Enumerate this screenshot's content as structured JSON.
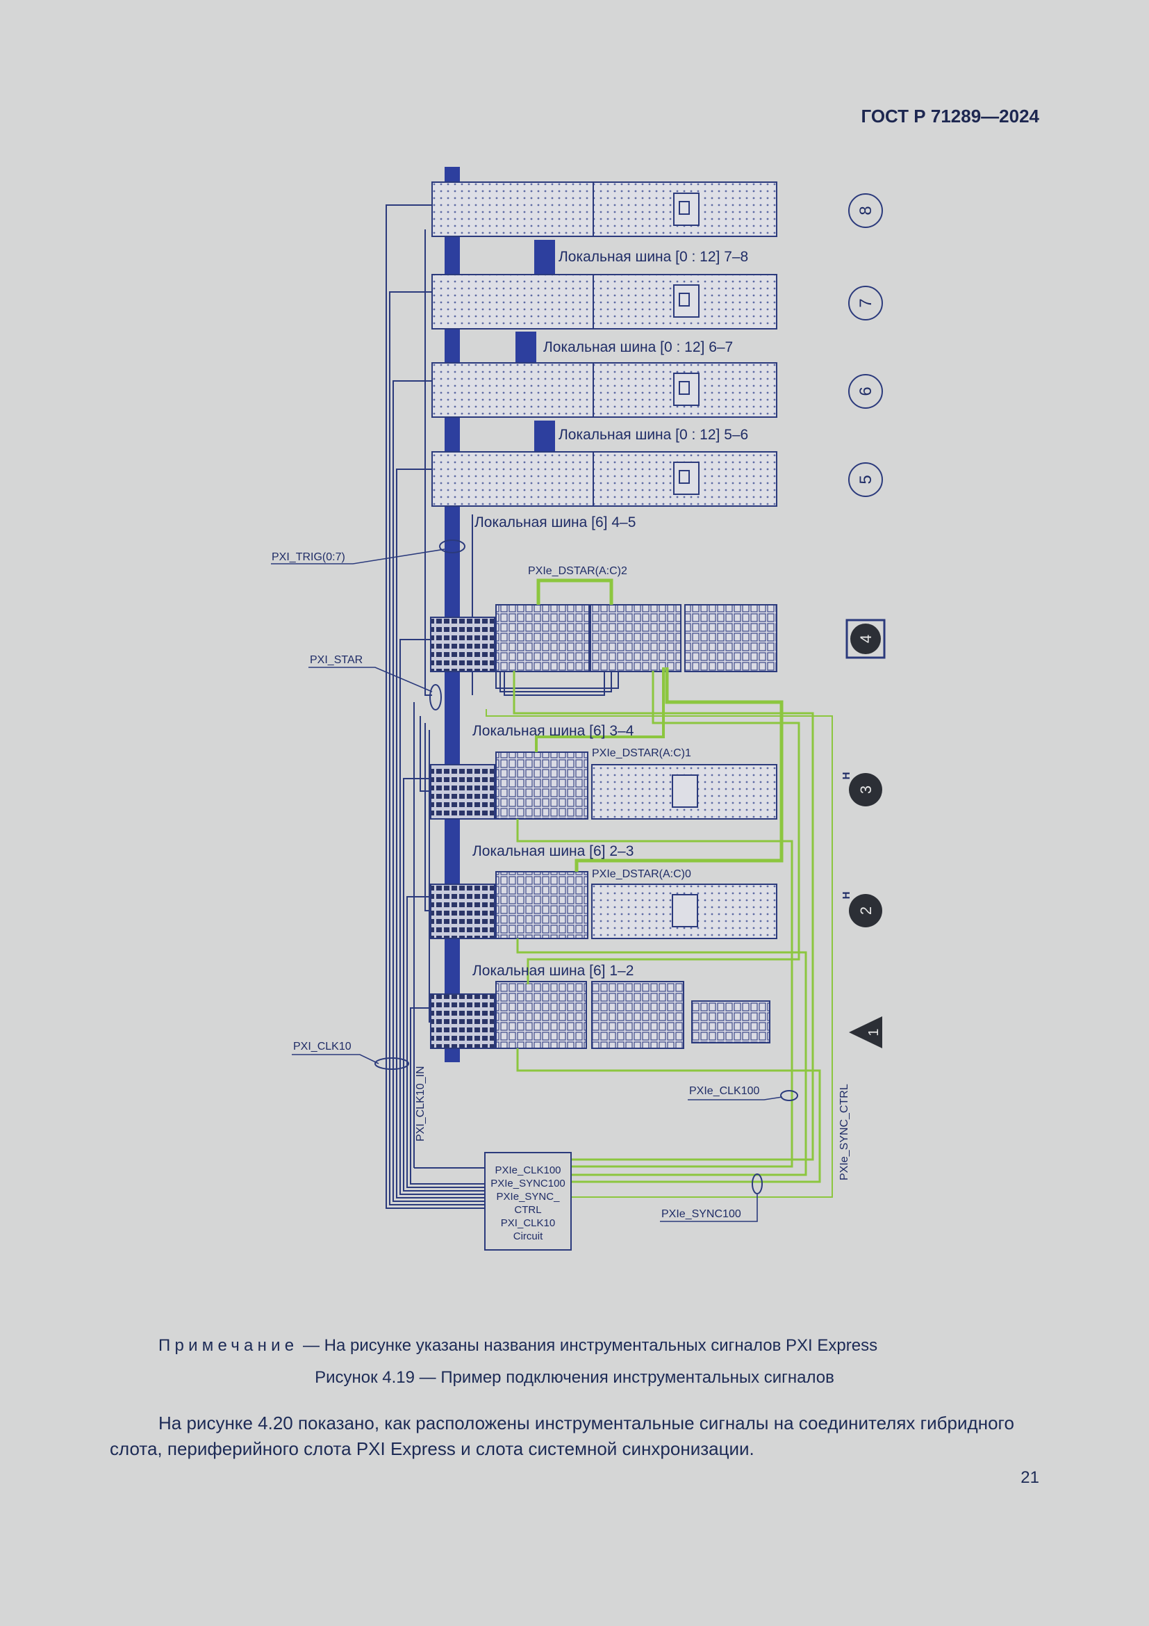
{
  "header": {
    "doc_id": "ГОСТ Р 71289—2024"
  },
  "figure": {
    "local_bus_labels": [
      "Локальная шина [0 : 12] 7–8",
      "Локальная шина [0 : 12] 6–7",
      "Локальная шина [0 : 12] 5–6",
      "Локальная шина [6] 4–5",
      "Локальная шина [6] 3–4",
      "Локальная шина [6] 2–3",
      "Локальная шина [6] 1–2"
    ],
    "signal_labels": {
      "trig": "PXI_TRIG(0:7)",
      "star": "PXI_STAR",
      "clk10": "PXI_CLK10",
      "clk10_in": "PXI_CLK10_IN",
      "dstar2": "PXIe_DSTAR(A:C)2",
      "dstar1": "PXIe_DSTAR(A:C)1",
      "dstar0": "PXIe_DSTAR(A:C)0",
      "clk100": "PXIe_CLK100",
      "sync_ctrl": "PXIe_SYNC_CTRL",
      "sync100": "PXIe_SYNC100"
    },
    "circuit_box": [
      "PXIe_CLK100",
      "PXIe_SYNC100",
      "PXIe_SYNC_",
      "CTRL",
      "PXI_CLK10",
      "Circuit"
    ],
    "slot_markers": [
      "8",
      "7",
      "6",
      "5",
      "4",
      "3",
      "2",
      "1"
    ],
    "hybrid_mark": "H",
    "colors": {
      "bus_blue": "#2d3f9e",
      "wire_green": "#8cc63f",
      "line_navy": "#2b3a7c"
    }
  },
  "note": {
    "prefix": "Примечание",
    "text": " — На рисунке указаны названия инструментальных сигналов PXI Express"
  },
  "caption": "Рисунок 4.19 — Пример подключения инструментальных сигналов",
  "paragraph": "На рисунке 4.20 показано, как расположены инструментальные сигналы на соединителях гибридного слота, периферийного слота PXI Express и слота системной синхронизации.",
  "page_number": "21"
}
